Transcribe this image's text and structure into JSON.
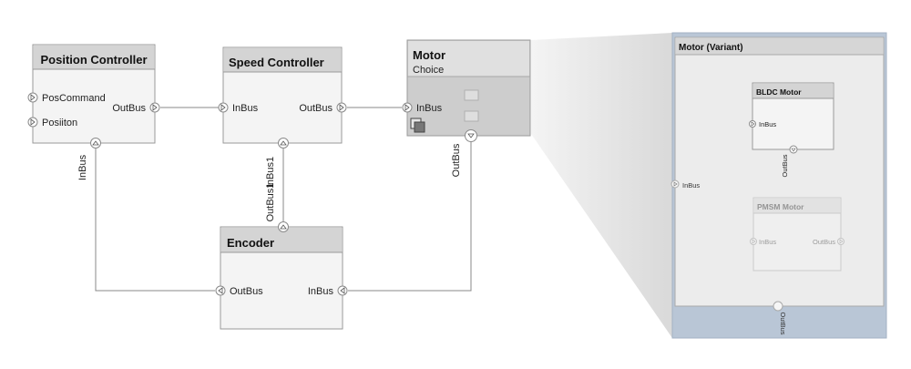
{
  "blocks": {
    "position_controller": {
      "title": "Position Controller",
      "inputs": [
        "PosCommand",
        "Posiiton"
      ],
      "output": "OutBus",
      "bottom_port": "InBus"
    },
    "speed_controller": {
      "title": "Speed Controller",
      "input": "InBus",
      "output": "OutBus",
      "bottom_port": "InBus1"
    },
    "motor": {
      "title": "Motor",
      "subtitle": "Choice",
      "input": "InBus",
      "bottom_port": "OutBus"
    },
    "encoder": {
      "title": "Encoder",
      "left_port": "OutBus",
      "right_port": "InBus",
      "top_port": "OutBus1"
    }
  },
  "variant_view": {
    "title": "Motor  (Variant)",
    "input_port": "InBus",
    "output_port": "OutBus",
    "bldc": {
      "title": "BLDC Motor",
      "input": "InBus",
      "output": "OutBus"
    },
    "pmsm": {
      "title": "PMSM Motor",
      "input": "InBus",
      "output": "OutBus"
    }
  },
  "colors": {
    "block_header": "#d4d4d4",
    "block_body": "#f4f4f4",
    "motor_body": "#cdcdcd",
    "connector": "#888888",
    "variant_frame": "#b9c6d6"
  }
}
